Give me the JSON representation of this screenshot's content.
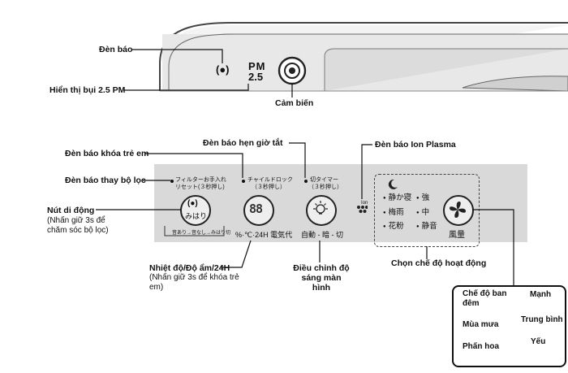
{
  "labels": {
    "indicator": "Đèn báo",
    "pm_display": "Hiển thị bụi 2.5 PM",
    "sensor": "Cảm biến",
    "timer_off": "Đèn báo hẹn giờ tắt",
    "child_lock": "Đèn báo khóa trẻ em",
    "filter_change": "Đèn báo thay bộ lọc",
    "ion_plasma": "Đèn báo Ion Plasma",
    "move_button": "Nút di động",
    "move_button_note": "(Nhấn giữ 3s để chăm sóc bộ lọc)",
    "humidity": "Nhiệt độ/Độ ẩm/24H",
    "humidity_note": "(Nhấn giữ 3s để khóa trẻ em)",
    "brightness": "Điều chỉnh độ sáng màn hình",
    "mode_select": "Chọn chế độ hoạt động"
  },
  "device": {
    "pm_top": "PM",
    "pm_bottom": "2.5",
    "indicator_glyph": "(●)"
  },
  "panel": {
    "filter_label": "フィルターお手入れ",
    "filter_sub": "リセット(３秒押し)",
    "childlock_label": "チャイルドロック",
    "childlock_sub": "（３秒押し）",
    "timer_label": "切タイマー",
    "timer_sub": "（３秒押し）",
    "mihari_glyph": "(●)",
    "mihari_label": "みはり",
    "mihari_bottom": "音あり→音なし→みはり切",
    "display_digits": "88",
    "display_label": "%·℃·24H 電気代",
    "brightness_label": "自動 - 暗 - 切",
    "ion_label": "Ion",
    "modes_left": [
      "静か寝",
      "梅雨",
      "花粉"
    ],
    "modes_right": [
      "強",
      "中",
      "静音"
    ],
    "fan_label": "風量"
  },
  "legend": {
    "left": [
      "Chế độ ban đêm",
      "Mùa mưa",
      "Phấn hoa"
    ],
    "right": [
      "Mạnh",
      "Trung bình",
      "Yếu"
    ]
  }
}
